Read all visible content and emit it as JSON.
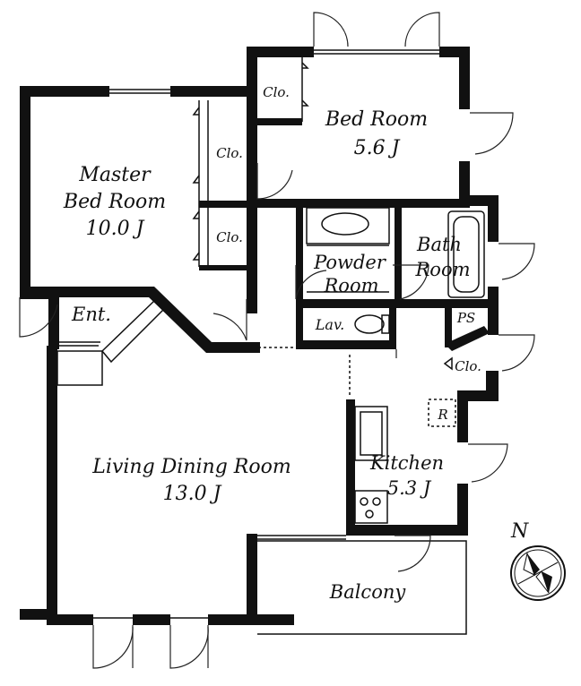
{
  "rooms": {
    "master_name_1": "Master",
    "master_name_2": "Bed Room",
    "master_size": "10.0 J",
    "bed_name": "Bed Room",
    "bed_size": "5.6 J",
    "living_name": "Living Dining Room",
    "living_size": "13.0 J",
    "kitchen_name": "Kitchen",
    "kitchen_size": "5.3 J",
    "bath_name_1": "Bath",
    "bath_name_2": "Room",
    "powder_name_1": "Powder",
    "powder_name_2": "Room",
    "balcony": "Balcony",
    "entrance": "Ent.",
    "lavatory": "Lav.",
    "ps": "PS",
    "refrigerator": "R",
    "closet_1": "Clo.",
    "closet_2": "Clo.",
    "closet_3": "Clo.",
    "closet_4": "Clo."
  },
  "compass": {
    "north": "N"
  }
}
